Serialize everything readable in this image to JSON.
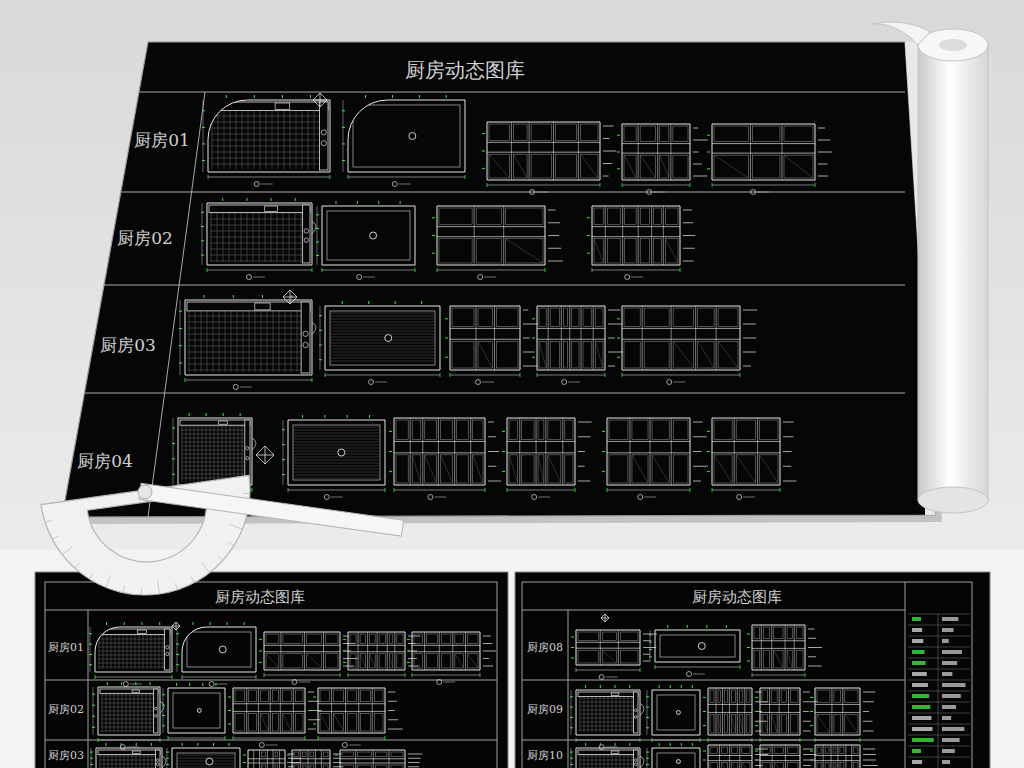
{
  "diagram": {
    "nodes": [
      {
        "text": [
          "厨房动态图库"
        ]
      },
      {
        "text": [
          "厨房01"
        ],
        "in": 0
      },
      {
        "text": [
          "厨房02"
        ],
        "in": 0
      },
      {
        "text": [
          "厨房03"
        ],
        "in": 0
      },
      {
        "text": [
          "厨房04"
        ],
        "in": 0
      },
      {
        "text": [
          "厨房动态图库"
        ]
      },
      {
        "text": [
          "厨房01"
        ],
        "in": 5
      },
      {
        "text": [
          "厨房02"
        ],
        "in": 5
      },
      {
        "text": [
          "厨房03"
        ],
        "in": 5
      },
      {
        "text": [
          "厨房动态图库"
        ]
      },
      {
        "text": [
          "厨房08"
        ],
        "in": 9
      },
      {
        "text": [
          "厨房09"
        ],
        "in": 9
      },
      {
        "text": [
          "厨房10"
        ],
        "in": 9
      }
    ]
  }
}
